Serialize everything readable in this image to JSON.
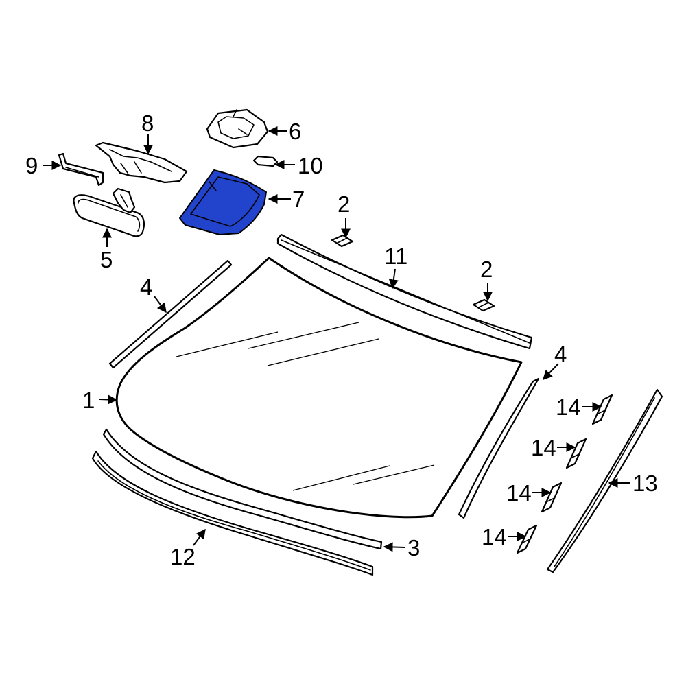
{
  "highlight_color": "#2244cc",
  "callouts": {
    "c1": "1",
    "c2a": "2",
    "c2b": "2",
    "c3": "3",
    "c4a": "4",
    "c4b": "4",
    "c5": "5",
    "c6": "6",
    "c7": "7",
    "c8": "8",
    "c9": "9",
    "c10": "10",
    "c11": "11",
    "c12": "12",
    "c13": "13",
    "c14a": "14",
    "c14b": "14",
    "c14c": "14",
    "c14d": "14"
  }
}
